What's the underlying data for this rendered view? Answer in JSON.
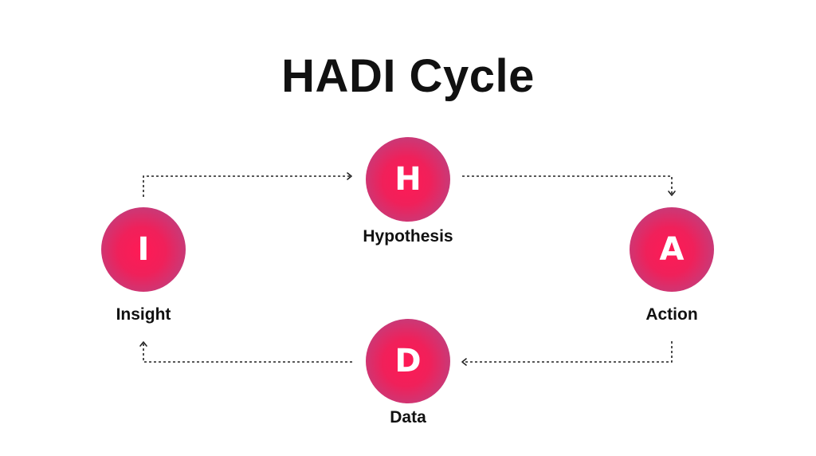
{
  "title": "HADI Cycle",
  "stages": {
    "hypothesis": {
      "letter": "H",
      "label": "Hypothesis"
    },
    "action": {
      "letter": "A",
      "label": "Action"
    },
    "data": {
      "letter": "D",
      "label": "Data"
    },
    "insight": {
      "letter": "I",
      "label": "Insight"
    }
  },
  "colors": {
    "circle_center": "#ff1a55",
    "circle_edge": "#9c4a8c",
    "text": "#111111",
    "background": "#ffffff"
  }
}
